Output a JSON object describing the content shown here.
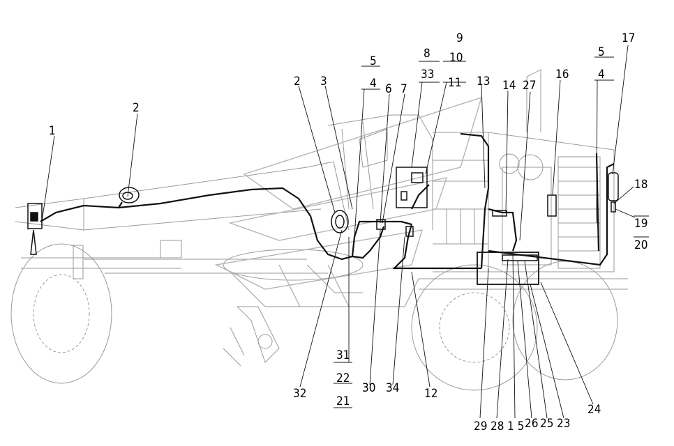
{
  "diagram": {
    "labels": {
      "n1": "1",
      "n2a": "2",
      "n2b": "2",
      "n3": "3",
      "n4a": "4",
      "n5a": "5",
      "n6": "6",
      "n7": "7",
      "n8": "8",
      "n33": "33",
      "n9": "9",
      "n10": "10",
      "n11": "11",
      "n12": "12",
      "n13": "13",
      "n14": "14",
      "n27": "27",
      "n16": "16",
      "n5b": "5",
      "n4b": "4",
      "n17": "17",
      "n18": "18",
      "n19": "19",
      "n20": "20",
      "n24": "24",
      "n23": "23",
      "n25": "25",
      "n26": "26",
      "n15": "1 5",
      "n28": "28",
      "n29": "29",
      "n34": "34",
      "n30": "30",
      "n31": "31",
      "n22": "22",
      "n21": "21",
      "n32": "32"
    }
  }
}
